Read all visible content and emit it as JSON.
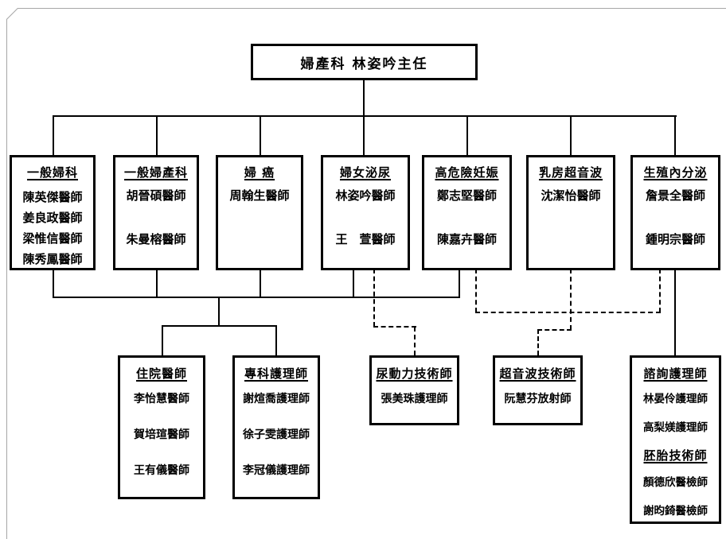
{
  "root": {
    "label": "婦產科 林姿吟主任"
  },
  "departments": [
    {
      "title": "一般婦科",
      "members": [
        "陳英傑醫師",
        "姜良政醫師",
        "梁惟信醫師",
        "陳秀鳳醫師"
      ]
    },
    {
      "title": "一般婦產科",
      "members": [
        "胡晉碩醫師",
        "朱曼榕醫師"
      ]
    },
    {
      "title": "婦 癌",
      "members": [
        "周翰生醫師"
      ]
    },
    {
      "title": "婦女泌尿",
      "members": [
        "林姿吟醫師",
        "王　萱醫師"
      ]
    },
    {
      "title": "高危險妊娠",
      "members": [
        "鄭志堅醫師",
        "陳嘉卉醫師"
      ]
    },
    {
      "title": "乳房超音波",
      "members": [
        "沈潔怡醫師"
      ]
    },
    {
      "title": "生殖內分泌",
      "members": [
        "詹景全醫師",
        "鍾明宗醫師"
      ]
    }
  ],
  "support": [
    {
      "title": "住院醫師",
      "members": [
        "李怡慧醫師",
        "賀培瑄醫師",
        "王有儀醫師"
      ]
    },
    {
      "title": "專科護理師",
      "members": [
        "謝煊喬護理師",
        "徐子雯護理師",
        "李冠儀護理師"
      ]
    },
    {
      "title": "尿動力技術師",
      "members": [
        "張美珠護理師"
      ]
    },
    {
      "title": "超音波技術師",
      "members": [
        "阮慧芬放射師"
      ]
    },
    {
      "title": "諮詢護理師",
      "members": [
        "林晏伶護理師",
        "高梨媄護理師"
      ],
      "title2": "胚胎技術師",
      "members2": [
        "顏德欣醫檢師",
        "謝昀錡醫檢師"
      ]
    }
  ],
  "colors": {
    "line": "#000000",
    "background": "#ffffff",
    "page_edge": "#a6a6a6"
  }
}
